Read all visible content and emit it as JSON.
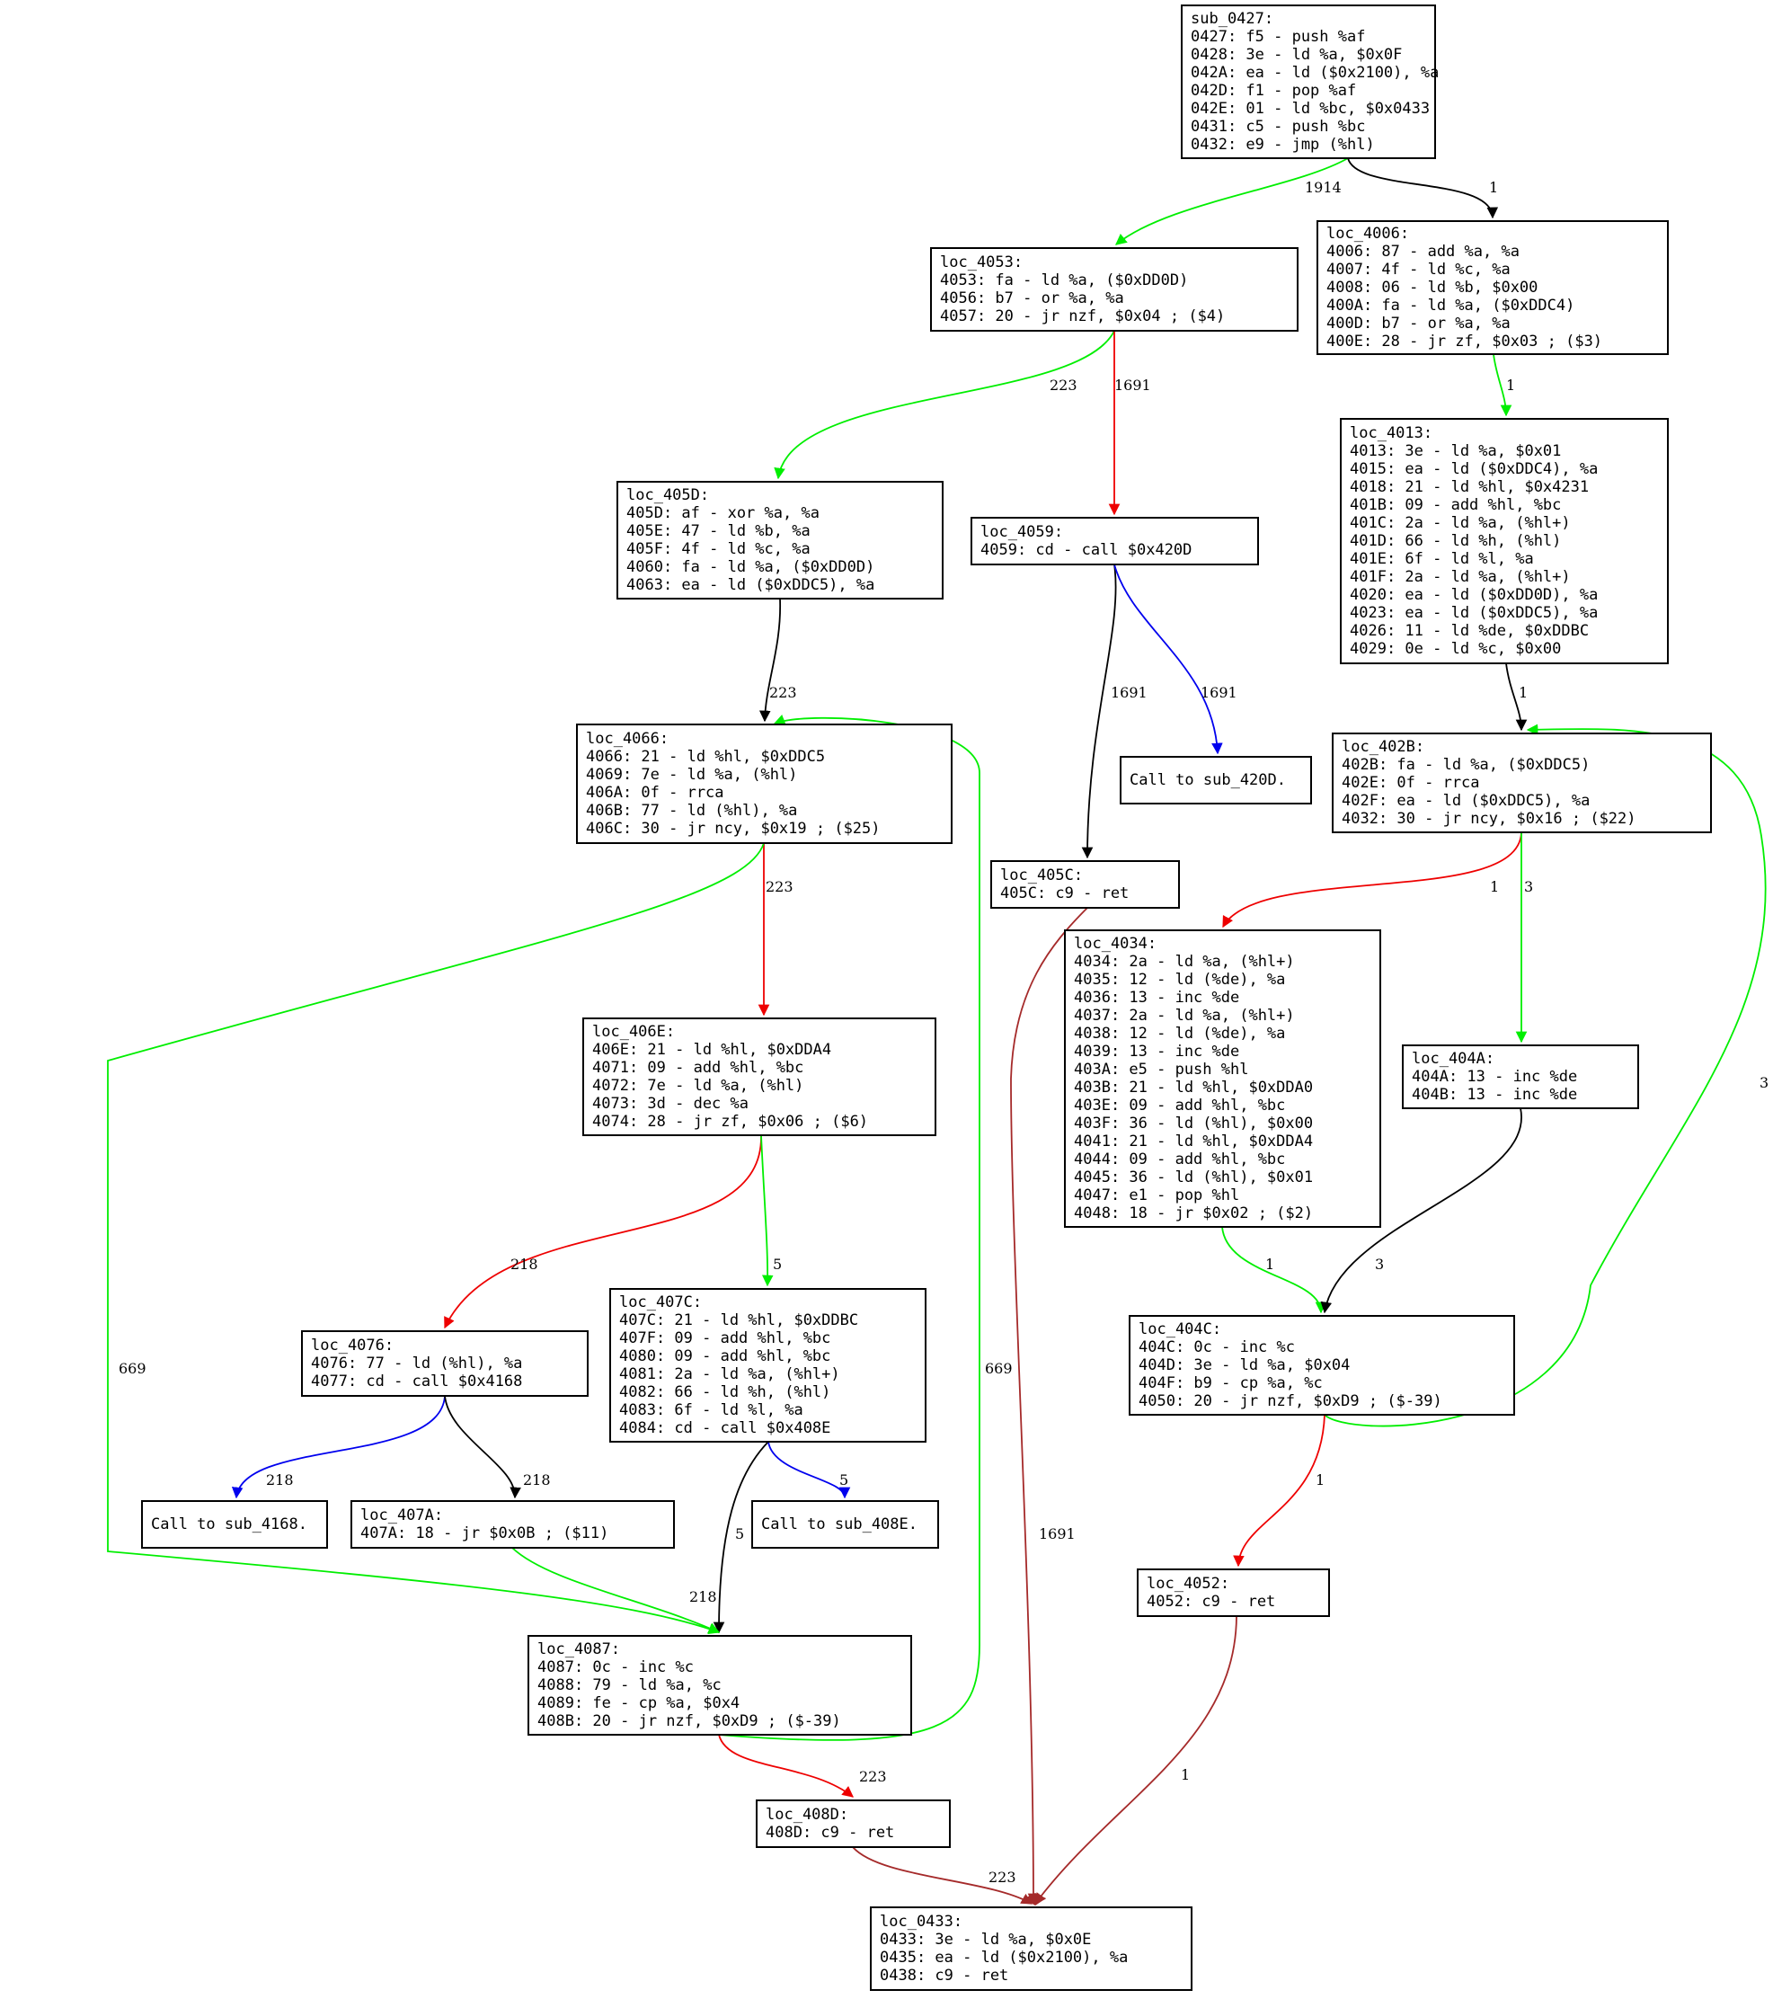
{
  "colors": {
    "green": "#00ee00",
    "red": "#ee0000",
    "blue": "#0000ee",
    "black": "#000000",
    "brown": "#a52a2a"
  },
  "nodes": [
    {
      "id": "sub_0427",
      "lines": [
        "sub_0427:",
        "    0427: f5 - push %af",
        "    0428: 3e - ld %a, $0x0F",
        "    042A: ea - ld ($0x2100), %a",
        "    042D: f1 - pop %af",
        "    042E: 01 - ld %bc, $0x0433",
        "    0431: c5 - push %bc",
        "    0432: e9 - jmp (%hl)"
      ]
    },
    {
      "id": "loc_4053",
      "lines": [
        "loc_4053:",
        "    4053: fa - ld %a, ($0xDD0D)",
        "    4056: b7 - or %a, %a",
        "    4057: 20 - jr nzf, $0x04 ; ($4)"
      ]
    },
    {
      "id": "loc_4006",
      "lines": [
        "loc_4006:",
        "    4006: 87 - add %a, %a",
        "    4007: 4f - ld %c, %a",
        "    4008: 06 - ld %b, $0x00",
        "    400A: fa - ld %a, ($0xDDC4)",
        "    400D: b7 - or %a, %a",
        "    400E: 28 - jr zf, $0x03 ; ($3)"
      ]
    },
    {
      "id": "loc_4013",
      "lines": [
        "loc_4013:",
        "    4013: 3e - ld %a, $0x01",
        "    4015: ea - ld ($0xDDC4), %a",
        "    4018: 21 - ld %hl, $0x4231",
        "    401B: 09 - add %hl, %bc",
        "    401C: 2a - ld %a, (%hl+)",
        "    401D: 66 - ld %h, (%hl)",
        "    401E: 6f - ld %l, %a",
        "    401F: 2a - ld %a, (%hl+)",
        "    4020: ea - ld ($0xDD0D), %a",
        "    4023: ea - ld ($0xDDC5), %a",
        "    4026: 11 - ld %de, $0xDDBC",
        "    4029: 0e - ld %c, $0x00"
      ]
    },
    {
      "id": "loc_405D",
      "lines": [
        "loc_405D:",
        "    405D: af - xor %a, %a",
        "    405E: 47 - ld %b, %a",
        "    405F: 4f - ld %c, %a",
        "    4060: fa - ld %a, ($0xDD0D)",
        "    4063: ea - ld ($0xDDC5), %a"
      ]
    },
    {
      "id": "loc_4059",
      "lines": [
        "loc_4059:",
        "    4059: cd - call $0x420D"
      ]
    },
    {
      "id": "loc_402B",
      "lines": [
        "loc_402B:",
        "    402B: fa - ld %a, ($0xDDC5)",
        "    402E: 0f - rrca",
        "    402F: ea - ld ($0xDDC5), %a",
        "    4032: 30 - jr ncy, $0x16 ; ($22)"
      ]
    },
    {
      "id": "loc_4066",
      "lines": [
        "loc_4066:",
        "    4066: 21 - ld %hl, $0xDDC5",
        "    4069: 7e - ld %a, (%hl)",
        "    406A: 0f - rrca",
        "    406B: 77 - ld (%hl), %a",
        "    406C: 30 - jr ncy, $0x19 ; ($25)"
      ]
    },
    {
      "id": "call_420D",
      "lines": [
        "Call to sub_420D."
      ]
    },
    {
      "id": "loc_405C",
      "lines": [
        "loc_405C:",
        "    405C: c9 - ret"
      ]
    },
    {
      "id": "loc_4034",
      "lines": [
        "loc_4034:",
        "    4034: 2a - ld %a, (%hl+)",
        "    4035: 12 - ld (%de), %a",
        "    4036: 13 - inc %de",
        "    4037: 2a - ld %a, (%hl+)",
        "    4038: 12 - ld (%de), %a",
        "    4039: 13 - inc %de",
        "    403A: e5 - push %hl",
        "    403B: 21 - ld %hl, $0xDDA0",
        "    403E: 09 - add %hl, %bc",
        "    403F: 36 - ld (%hl), $0x00",
        "    4041: 21 - ld %hl, $0xDDA4",
        "    4044: 09 - add %hl, %bc",
        "    4045: 36 - ld (%hl), $0x01",
        "    4047: e1 - pop %hl",
        "    4048: 18 - jr $0x02 ; ($2)"
      ]
    },
    {
      "id": "loc_406E",
      "lines": [
        "loc_406E:",
        "    406E: 21 - ld %hl, $0xDDA4",
        "    4071: 09 - add %hl, %bc",
        "    4072: 7e - ld %a, (%hl)",
        "    4073: 3d - dec %a",
        "    4074: 28 - jr zf, $0x06 ; ($6)"
      ]
    },
    {
      "id": "loc_404A",
      "lines": [
        "loc_404A:",
        "    404A: 13 - inc %de",
        "    404B: 13 - inc %de"
      ]
    },
    {
      "id": "loc_407C",
      "lines": [
        "loc_407C:",
        "    407C: 21 - ld %hl, $0xDDBC",
        "    407F: 09 - add %hl, %bc",
        "    4080: 09 - add %hl, %bc",
        "    4081: 2a - ld %a, (%hl+)",
        "    4082: 66 - ld %h, (%hl)",
        "    4083: 6f - ld %l, %a",
        "    4084: cd - call $0x408E"
      ]
    },
    {
      "id": "loc_404C",
      "lines": [
        "loc_404C:",
        "    404C: 0c - inc %c",
        "    404D: 3e - ld %a, $0x04",
        "    404F: b9 - cp %a, %c",
        "    4050: 20 - jr nzf, $0xD9 ; ($-39)"
      ]
    },
    {
      "id": "loc_4076",
      "lines": [
        "loc_4076:",
        "    4076: 77 - ld (%hl), %a",
        "    4077: cd - call $0x4168"
      ]
    },
    {
      "id": "call_4168",
      "lines": [
        "Call to sub_4168."
      ]
    },
    {
      "id": "loc_407A",
      "lines": [
        "loc_407A:",
        "    407A: 18 - jr $0x0B ; ($11)"
      ]
    },
    {
      "id": "call_408E",
      "lines": [
        "Call to sub_408E."
      ]
    },
    {
      "id": "loc_4052",
      "lines": [
        "loc_4052:",
        "    4052: c9 - ret"
      ]
    },
    {
      "id": "loc_4087",
      "lines": [
        "loc_4087:",
        "    4087: 0c - inc %c",
        "    4088: 79 - ld %a, %c",
        "    4089: fe - cp %a, $0x4",
        "    408B: 20 - jr nzf, $0xD9 ; ($-39)"
      ]
    },
    {
      "id": "loc_408D",
      "lines": [
        "loc_408D:",
        "    408D: c9 - ret"
      ]
    },
    {
      "id": "loc_0433",
      "lines": [
        "loc_0433:",
        "    0433: 3e - ld %a, $0x0E",
        "    0435: ea - ld ($0x2100), %a",
        "    0438: c9 - ret"
      ]
    }
  ],
  "edges": [
    {
      "id": "e1",
      "from": "sub_0427",
      "to": "loc_4053",
      "label": "1914",
      "color": "green"
    },
    {
      "id": "e2",
      "from": "sub_0427",
      "to": "loc_4006",
      "label": "1",
      "color": "black"
    },
    {
      "id": "e3",
      "from": "loc_4053",
      "to": "loc_405D",
      "label": "223",
      "color": "green"
    },
    {
      "id": "e4",
      "from": "loc_4053",
      "to": "loc_4059",
      "label": "1691",
      "color": "red"
    },
    {
      "id": "e5",
      "from": "loc_4006",
      "to": "loc_4013",
      "label": "1",
      "color": "green"
    },
    {
      "id": "e6",
      "from": "loc_4013",
      "to": "loc_402B",
      "label": "1",
      "color": "black"
    },
    {
      "id": "e7",
      "from": "loc_405D",
      "to": "loc_4066",
      "label": "223",
      "color": "black"
    },
    {
      "id": "e8",
      "from": "loc_4059",
      "to": "loc_405C",
      "label": "1691",
      "color": "black"
    },
    {
      "id": "e9",
      "from": "loc_4059",
      "to": "call_420D",
      "label": "1691",
      "color": "blue"
    },
    {
      "id": "e10",
      "from": "loc_402B",
      "to": "loc_4034",
      "label": "1",
      "color": "red"
    },
    {
      "id": "e11",
      "from": "loc_402B",
      "to": "loc_404A",
      "label": "3",
      "color": "green"
    },
    {
      "id": "e12",
      "from": "loc_4066",
      "to": "loc_406E",
      "label": "223",
      "color": "red"
    },
    {
      "id": "e13",
      "from": "loc_4066",
      "to": "loc_4087",
      "label": "669",
      "color": "green"
    },
    {
      "id": "e14",
      "from": "loc_406E",
      "to": "loc_4076",
      "label": "218",
      "color": "red"
    },
    {
      "id": "e15",
      "from": "loc_406E",
      "to": "loc_407C",
      "label": "5",
      "color": "green"
    },
    {
      "id": "e16",
      "from": "loc_4034",
      "to": "loc_404C",
      "label": "1",
      "color": "green"
    },
    {
      "id": "e17",
      "from": "loc_404A",
      "to": "loc_404C",
      "label": "3",
      "color": "black"
    },
    {
      "id": "e18",
      "from": "loc_404C",
      "to": "loc_402B",
      "label": "3",
      "color": "green"
    },
    {
      "id": "e19",
      "from": "loc_404C",
      "to": "loc_4052",
      "label": "1",
      "color": "red"
    },
    {
      "id": "e20",
      "from": "loc_4076",
      "to": "call_4168",
      "label": "218",
      "color": "blue"
    },
    {
      "id": "e21",
      "from": "loc_4076",
      "to": "loc_407A",
      "label": "218",
      "color": "black"
    },
    {
      "id": "e22",
      "from": "loc_407C",
      "to": "loc_4087",
      "label": "5",
      "color": "black"
    },
    {
      "id": "e23",
      "from": "loc_407C",
      "to": "call_408E",
      "label": "5",
      "color": "blue"
    },
    {
      "id": "e24",
      "from": "loc_407A",
      "to": "loc_4087",
      "label": "218",
      "color": "green"
    },
    {
      "id": "e25",
      "from": "loc_4087",
      "to": "loc_4066",
      "label": "669",
      "color": "green"
    },
    {
      "id": "e26",
      "from": "loc_4087",
      "to": "loc_408D",
      "label": "223",
      "color": "red"
    },
    {
      "id": "e27",
      "from": "loc_405C",
      "to": "loc_0433",
      "label": "1691",
      "color": "brown"
    },
    {
      "id": "e28",
      "from": "loc_4052",
      "to": "loc_0433",
      "label": "1",
      "color": "brown"
    },
    {
      "id": "e29",
      "from": "loc_408D",
      "to": "loc_0433",
      "label": "223",
      "color": "brown"
    }
  ]
}
